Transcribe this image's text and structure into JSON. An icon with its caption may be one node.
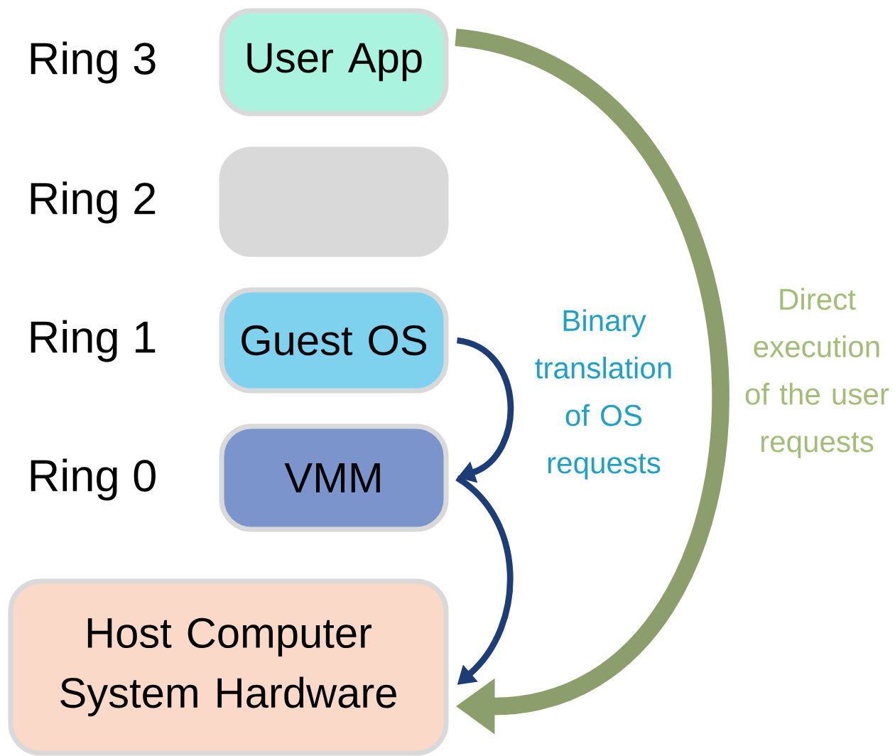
{
  "diagram": {
    "nodes": [
      {
        "text": [
          "User App"
        ]
      },
      {
        "text": [],
        "shape": "box"
      },
      {
        "text": [
          "Guest OS"
        ]
      },
      {
        "text": [
          "VMM"
        ]
      },
      {
        "text": [
          "Host Computer System Hardware"
        ]
      }
    ],
    "edges": [
      {
        "from": 0,
        "to": 4,
        "arrow": "to",
        "style": "thick",
        "color": "#8c9e6c"
      },
      {
        "from": 2,
        "to": 3,
        "arrow": "to"
      },
      {
        "from": 3,
        "to": 4,
        "arrow": "to"
      }
    ],
    "labels": [
      "Ring 3",
      "Ring 2",
      "Ring 1",
      "Ring 0",
      "Binary translation of OS requests",
      "Direct execution of the user requests"
    ]
  }
}
